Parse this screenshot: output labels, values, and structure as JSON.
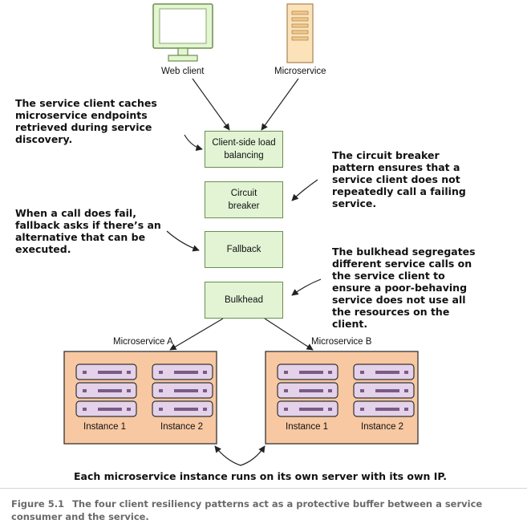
{
  "clients": {
    "web_client": "Web client",
    "microservice": "Microservice"
  },
  "boxes": {
    "load_balancing": "Client-side load balancing",
    "circuit_breaker": "Circuit breaker",
    "fallback": "Fallback",
    "bulkhead": "Bulkhead"
  },
  "notes": {
    "service_client_caches": "The service client caches microservice endpoints retrieved during service discovery.",
    "circuit_breaker_pattern": "The circuit breaker pattern ensures that a service client does not repeatedly call a failing service.",
    "fallback_note": "When a call does fail, fallback asks if there’s an alternative that can be executed.",
    "bulkhead_note": "The bulkhead segregates different service calls on the service client to ensure a poor-behaving service does not use all the resources on the client.",
    "instance_note": "Each microservice instance runs on its own server with its own IP."
  },
  "groups": {
    "a": {
      "label": "Microservice A",
      "instance1": "Instance 1",
      "instance2": "Instance 2"
    },
    "b": {
      "label": "Microservice B",
      "instance1": "Instance 1",
      "instance2": "Instance 2"
    }
  },
  "caption": {
    "figure": "Figure 5.1",
    "text": "The four client resiliency patterns act as a protective buffer between a service consumer and the service."
  },
  "colors": {
    "box_fill": "#e2f4d4",
    "group_fill": "#f7c8a2",
    "server_fill": "#e3d2ea",
    "monitor_fill": "#e4f5d2",
    "tower_fill": "#fbe2b8",
    "caption_text": "#6a6a6a"
  }
}
